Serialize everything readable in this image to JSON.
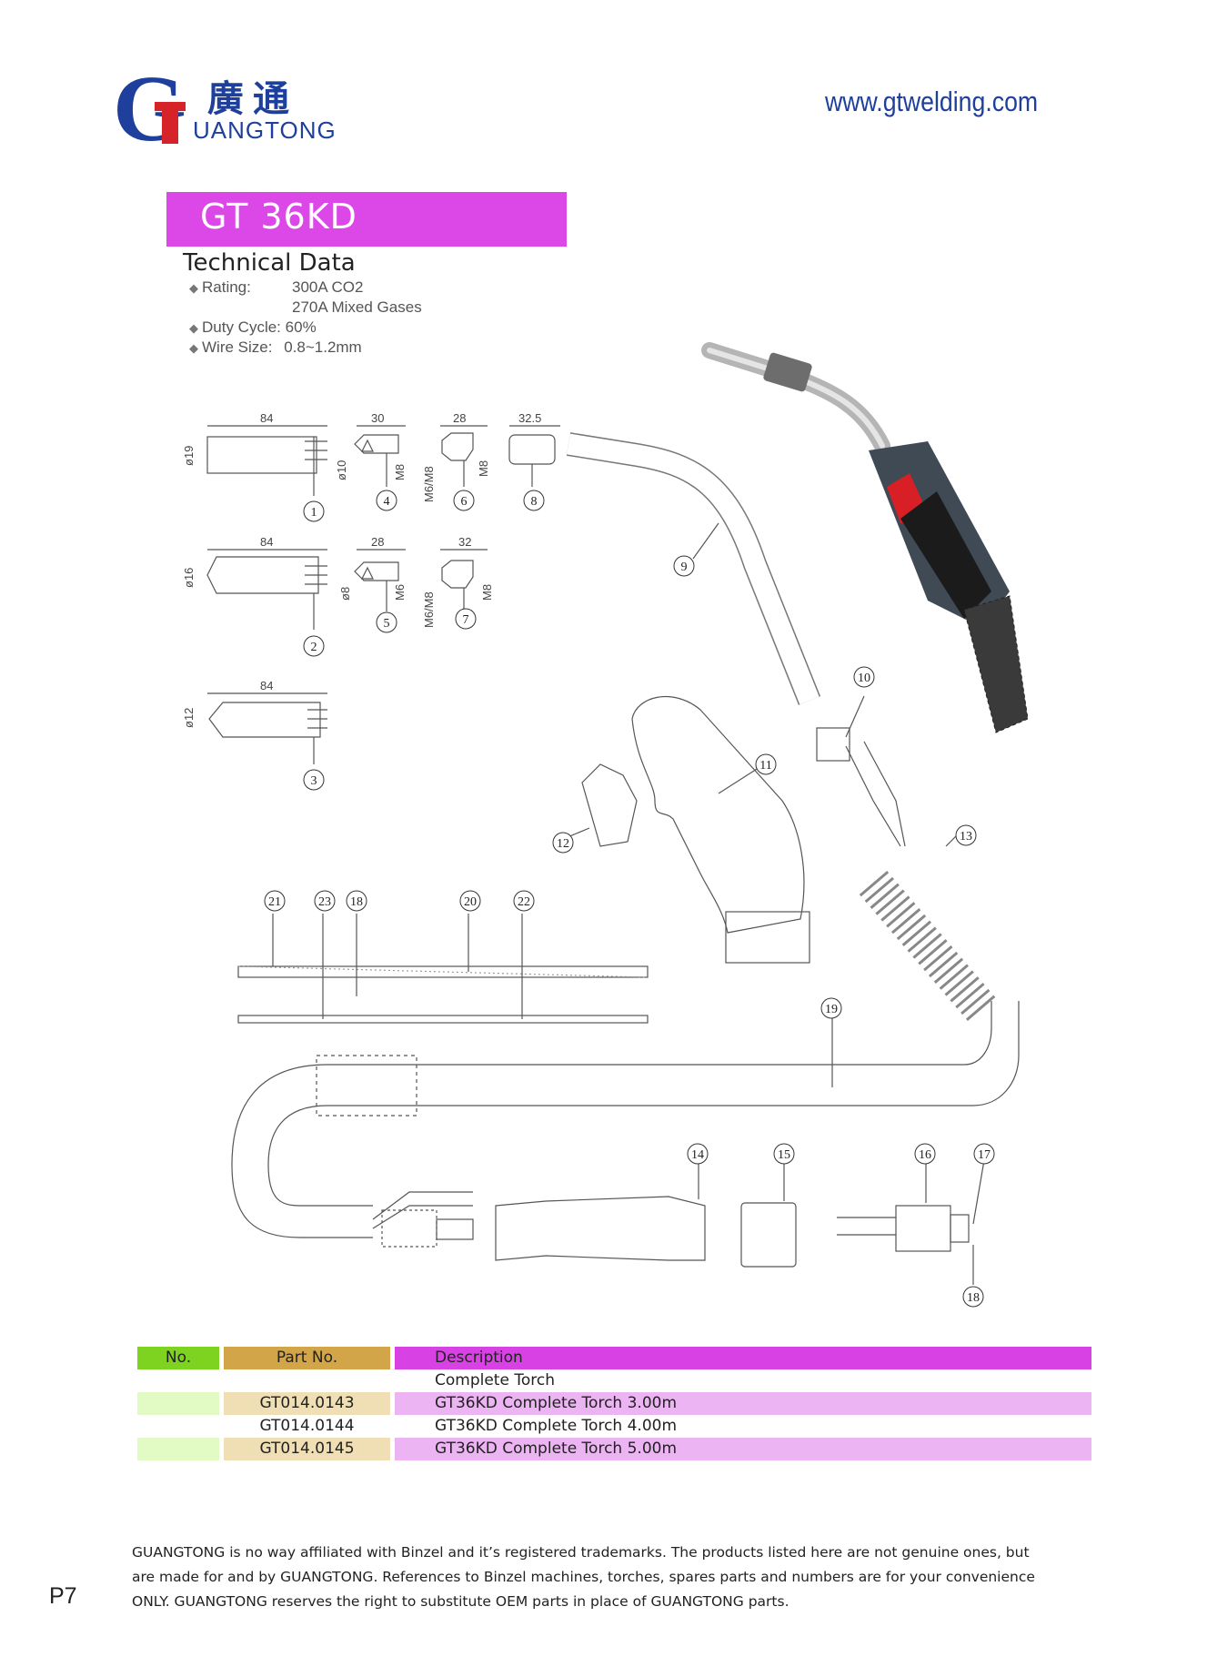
{
  "brand": {
    "logo_letter": "G",
    "name_cn": "廣通",
    "name_en": "UANGTONG",
    "website": "www.gtwelding.com",
    "color_blue": "#1e3f9c",
    "color_red": "#d6232a"
  },
  "model_title": "GT 36KD",
  "technical_data": {
    "heading": "Technical Data",
    "rating_label": "Rating:",
    "rating_values": [
      "300A CO2",
      "270A Mixed Gases"
    ],
    "duty_label": "Duty Cycle:",
    "duty_value": "60%",
    "wire_label": "Wire Size:",
    "wire_value": "0.8~1.2mm"
  },
  "diagram": {
    "dims": {
      "n1_len": "84",
      "n1_dia": "ø19",
      "n2_len": "84",
      "n2_dia": "ø16",
      "n3_len": "84",
      "n3_dia": "ø12",
      "n4_len": "30",
      "n4_dia": "ø10",
      "n4_thread": "M8",
      "n5_len": "28",
      "n5_dia": "ø8",
      "n5_thread": "M6",
      "n6_len": "28",
      "n6_thread_a": "M6/M8",
      "n6_thread_b": "M8",
      "n7_len": "32",
      "n7_thread_a": "M6/M8",
      "n7_thread_b": "M8",
      "n8_len": "32.5"
    },
    "callouts": [
      "1",
      "2",
      "3",
      "4",
      "5",
      "6",
      "7",
      "8",
      "9",
      "10",
      "11",
      "12",
      "13",
      "14",
      "15",
      "16",
      "17",
      "18",
      "18",
      "19",
      "20",
      "21",
      "22",
      "23"
    ]
  },
  "table": {
    "headers": {
      "no": "No.",
      "part": "Part No.",
      "desc": "Description"
    },
    "group_label": "Complete Torch",
    "rows": [
      {
        "no": "",
        "part": "GT014.0143",
        "desc": "GT36KD Complete Torch 3.00m"
      },
      {
        "no": "",
        "part": "GT014.0144",
        "desc": "GT36KD Complete Torch 4.00m"
      },
      {
        "no": "",
        "part": "GT014.0145",
        "desc": "GT36KD Complete Torch 5.00m"
      }
    ]
  },
  "footer": {
    "page": "P7",
    "disclaimer": [
      "GUANGTONG is no way affiliated with Binzel and it’s registered trademarks. The products listed here are not genuine ones, but",
      "are made for and by GUANGTONG. References to Binzel machines, torches, spares parts and numbers are for your convenience",
      "ONLY. GUANGTONG reserves the right to substitute OEM parts in place of GUANGTONG parts."
    ]
  }
}
